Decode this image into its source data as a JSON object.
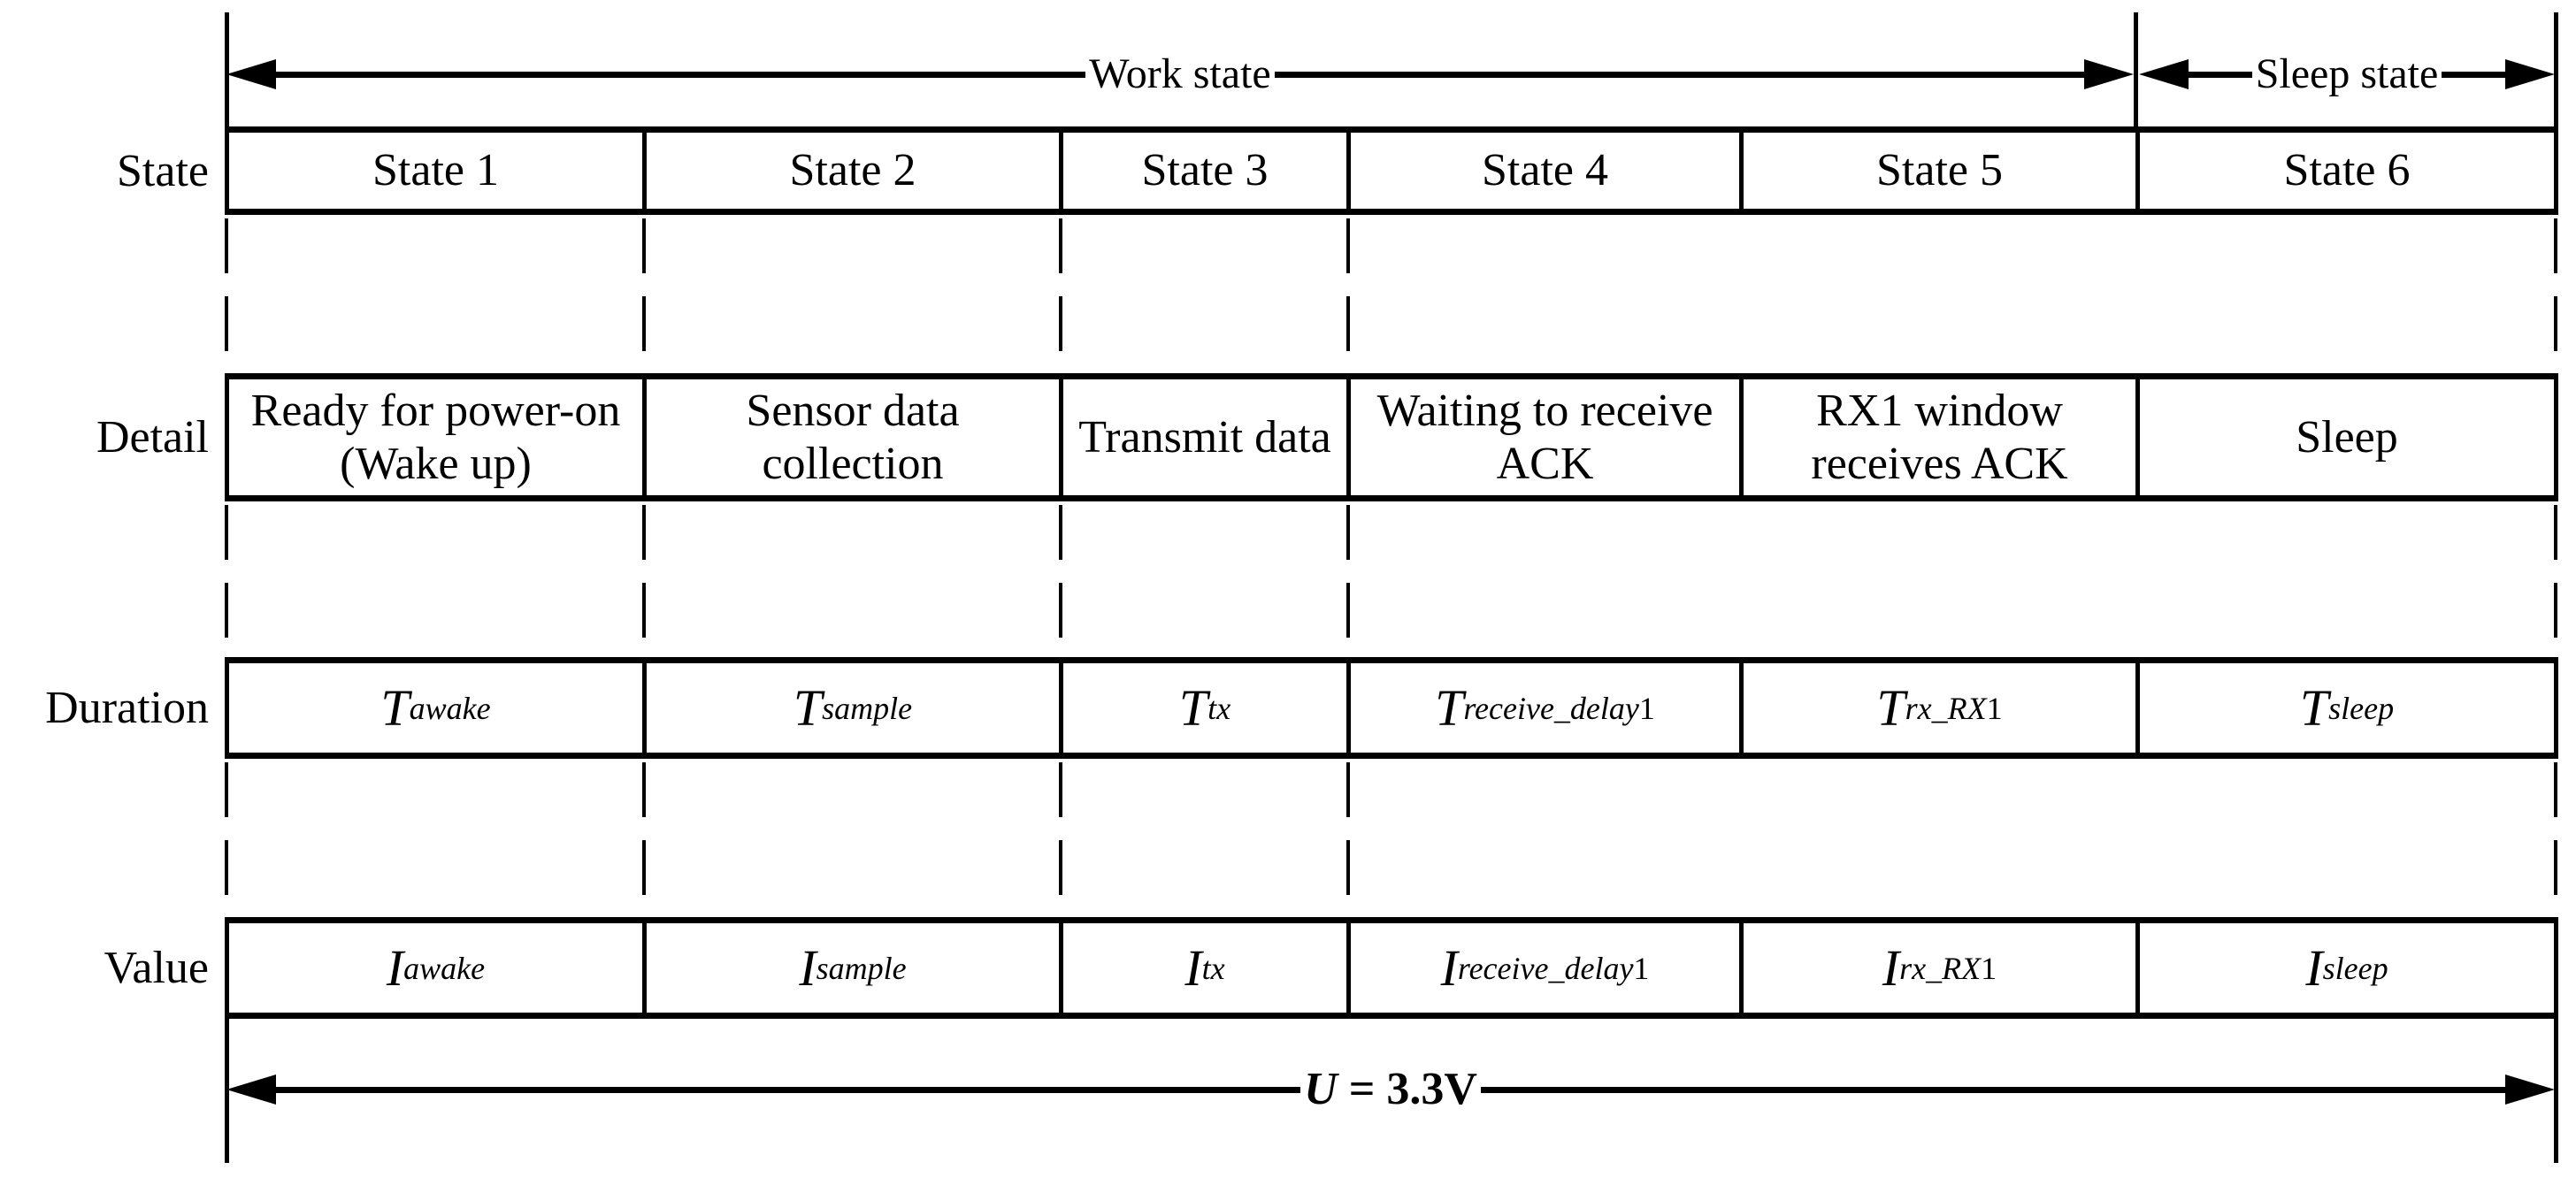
{
  "row_headers": {
    "state": "State",
    "detail": "Detail",
    "duration": "Duration",
    "value": "Value"
  },
  "arrows": {
    "work_label": "Work state",
    "sleep_label": "Sleep state",
    "voltage_var": "U",
    "voltage_rest": " = 3.3V"
  },
  "rows": {
    "state": {
      "cells": [
        "State 1",
        "State 2",
        "State 3",
        "State 4",
        "State 5",
        "State 6"
      ]
    },
    "detail": {
      "cells": [
        "Ready for power-on\n(Wake up)",
        "Sensor data\ncollection",
        "Transmit data",
        "Waiting to receive\nACK",
        "RX1 window\nreceives ACK",
        "Sleep"
      ]
    },
    "duration": {
      "cells": [
        {
          "base": "T",
          "sub": "awake",
          "suffix": ""
        },
        {
          "base": "T",
          "sub": "sample",
          "suffix": ""
        },
        {
          "base": "T",
          "sub": "tx",
          "suffix": ""
        },
        {
          "base": "T",
          "sub": "receive_delay",
          "suffix": "1"
        },
        {
          "base": "T",
          "sub": "rx_RX",
          "suffix": "1"
        },
        {
          "base": "T",
          "sub": "sleep",
          "suffix": ""
        }
      ]
    },
    "value": {
      "cells": [
        {
          "base": "I",
          "sub": "awake",
          "suffix": ""
        },
        {
          "base": "I",
          "sub": "sample",
          "suffix": ""
        },
        {
          "base": "I",
          "sub": "tx",
          "suffix": ""
        },
        {
          "base": "I",
          "sub": "receive_delay",
          "suffix": "1"
        },
        {
          "base": "I",
          "sub": "rx_RX",
          "suffix": "1"
        },
        {
          "base": "I",
          "sub": "sleep",
          "suffix": ""
        }
      ]
    }
  }
}
